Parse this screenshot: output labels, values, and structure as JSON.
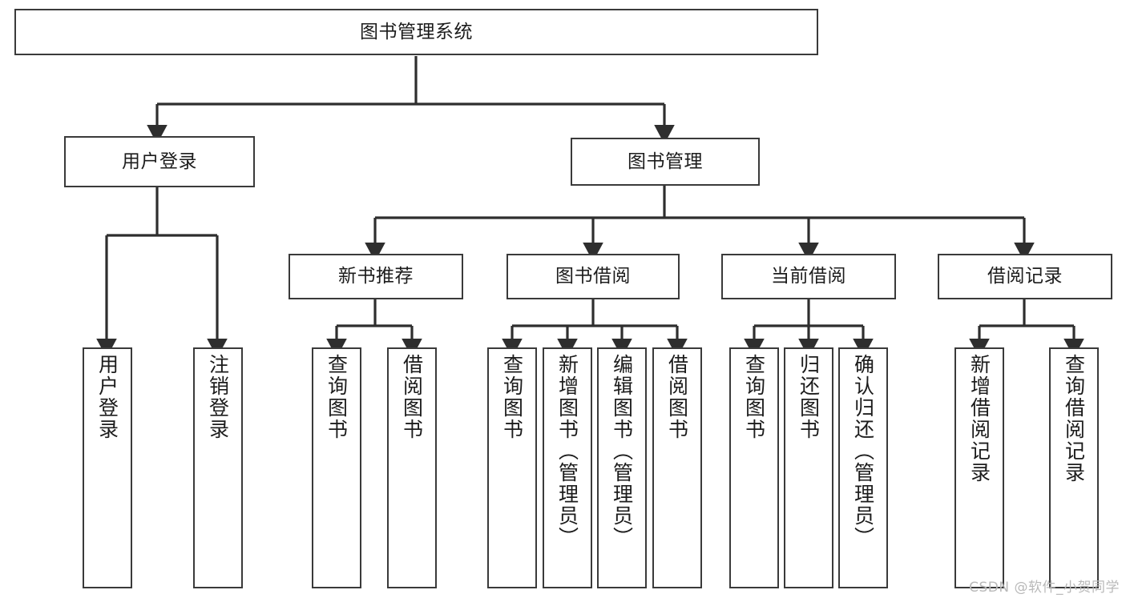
{
  "diagram": {
    "type": "tree-hierarchy-chart",
    "title": "图书管理系统",
    "watermark": "CSDN @软件_小贺同学",
    "colors": {
      "box_border": "#3a3a3a",
      "box_fill": "#ffffff",
      "connector": "#2e2e2e",
      "text": "#1c1c1c",
      "watermark": "#b9b9b9",
      "background": "#ffffff"
    },
    "nodes": {
      "root": {
        "label": "图书管理系统"
      },
      "level2": [
        {
          "id": "user-login",
          "label": "用户登录"
        },
        {
          "id": "book-manage",
          "label": "图书管理"
        }
      ],
      "level3": [
        {
          "id": "new-book-recommend",
          "label": "新书推荐"
        },
        {
          "id": "book-borrow",
          "label": "图书借阅"
        },
        {
          "id": "current-borrow",
          "label": "当前借阅"
        },
        {
          "id": "borrow-record",
          "label": "借阅记录"
        }
      ],
      "leaves": {
        "user-login": [
          {
            "id": "leaf-user-login",
            "label": "用户登录"
          },
          {
            "id": "leaf-logout-login",
            "label": "注销登录"
          }
        ],
        "new-book-recommend": [
          {
            "id": "leaf-query-book-1",
            "label": "查询图书"
          },
          {
            "id": "leaf-borrow-book-1",
            "label": "借阅图书"
          }
        ],
        "book-borrow": [
          {
            "id": "leaf-query-book-2",
            "label": "查询图书"
          },
          {
            "id": "leaf-add-book",
            "label": "新增图书（管理员）"
          },
          {
            "id": "leaf-edit-book",
            "label": "编辑图书（管理员）"
          },
          {
            "id": "leaf-borrow-book-2",
            "label": "借阅图书"
          }
        ],
        "current-borrow": [
          {
            "id": "leaf-query-book-3",
            "label": "查询图书"
          },
          {
            "id": "leaf-return-book",
            "label": "归还图书"
          },
          {
            "id": "leaf-confirm-return",
            "label": "确认归还（管理员）"
          }
        ],
        "borrow-record": [
          {
            "id": "leaf-add-record",
            "label": "新增借阅记录"
          },
          {
            "id": "leaf-query-record",
            "label": "查询借阅记录"
          }
        ]
      }
    }
  }
}
